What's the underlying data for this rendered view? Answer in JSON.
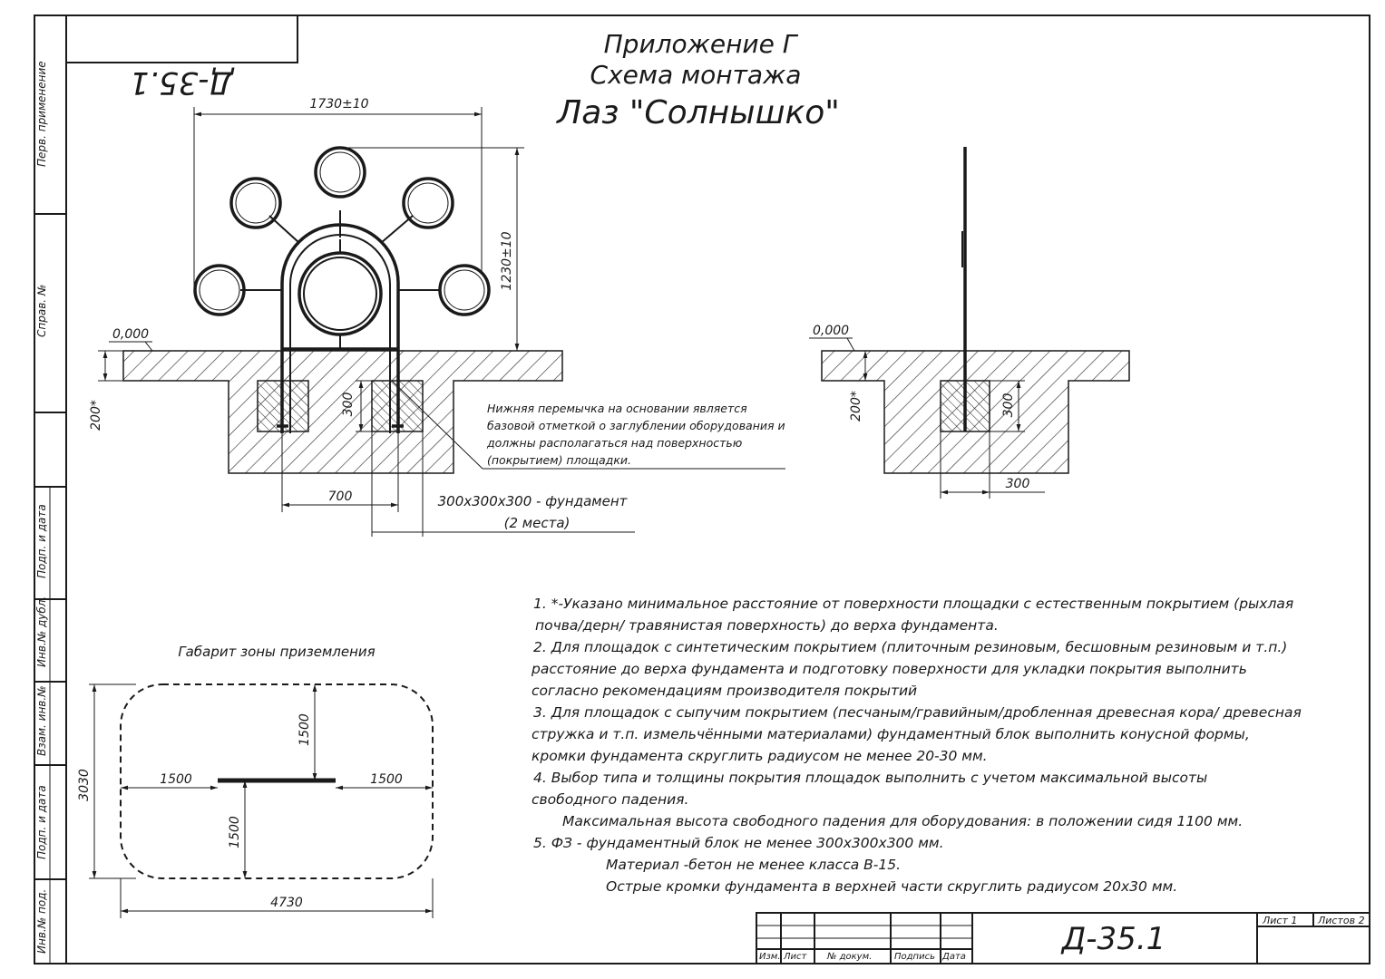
{
  "stamp": {
    "mirrored_code": "Д-35.1"
  },
  "header": {
    "line1": "Приложение Г",
    "line2": "Схема монтажа",
    "line3": "Лаз \"Солнышко\""
  },
  "side_labels": {
    "perv": "Перв. применение",
    "sprav": "Справ. №",
    "podp1": "Подп. и дата",
    "inv_dubl": "Инв.№ дубл.",
    "vzam": "Взам. инв.№",
    "podp2": "Подп. и дата",
    "inv_pod": "Инв.№ под."
  },
  "front_view": {
    "dim_width": "1730±10",
    "dim_height": "1230±10",
    "level": "0,000",
    "depth": "200*",
    "foundation_depth": "300",
    "spacing": "700",
    "note": [
      "Нижняя перемычка на основании является",
      "базовой отметкой о заглублении оборудования и",
      "должны располагаться над поверхностью",
      "(покрытием) площадки."
    ],
    "foundation_label_1": "300x300x300 - фундамент",
    "foundation_label_2": "(2 места)"
  },
  "side_view": {
    "level": "0,000",
    "depth": "200*",
    "foundation_depth": "300",
    "foundation_width": "300"
  },
  "landing_zone": {
    "title": "Габарит зоны приземления",
    "left": "1500",
    "right": "1500",
    "top": "1500",
    "bottom": "1500",
    "height": "3030",
    "width": "4730"
  },
  "notes": [
    "1.    *-Указано минимальное расстояние от поверхности площадки с естественным покрытием (рыхлая",
    "почва/дерн/ травянистая поверхность) до верха фундамента.",
    "2.    Для площадок с синтетическим покрытием (плиточным резиновым, бесшовным резиновым и т.п.)",
    "расстояние до верха фундамента и подготовку поверхности для укладки покрытия выполнить",
    "согласно рекомендациям производителя покрытий",
    "3.    Для площадок с сыпучим покрытием (песчаным/гравийным/дробленная древесная кора/ древесная",
    "стружка и т.п. измельчёнными материалами) фундаментный блок выполнить конусной формы,",
    "кромки фундамента скруглить радиусом не менее 20-30 мм.",
    "4.    Выбор типа и толщины покрытия площадок выполнить с учетом максимальной высоты",
    "свободного падения.",
    "Максимальная высота свободного падения для оборудования: в положении сидя 1100 мм.",
    "5.    ФЗ - фундаментный блок не менее 300x300x300 мм.",
    "Материал -бетон не менее класса В-15.",
    "Острые кромки фундамента в верхней части скруглить радиусом 20x30 мм."
  ],
  "title_block": {
    "code": "Д-35.1",
    "sheet": "Лист 1",
    "sheets": "Листов 2",
    "izm": "Изм.",
    "list": "Лист",
    "dokum": "№ докум.",
    "podpis": "Подпись",
    "data": "Дата"
  }
}
